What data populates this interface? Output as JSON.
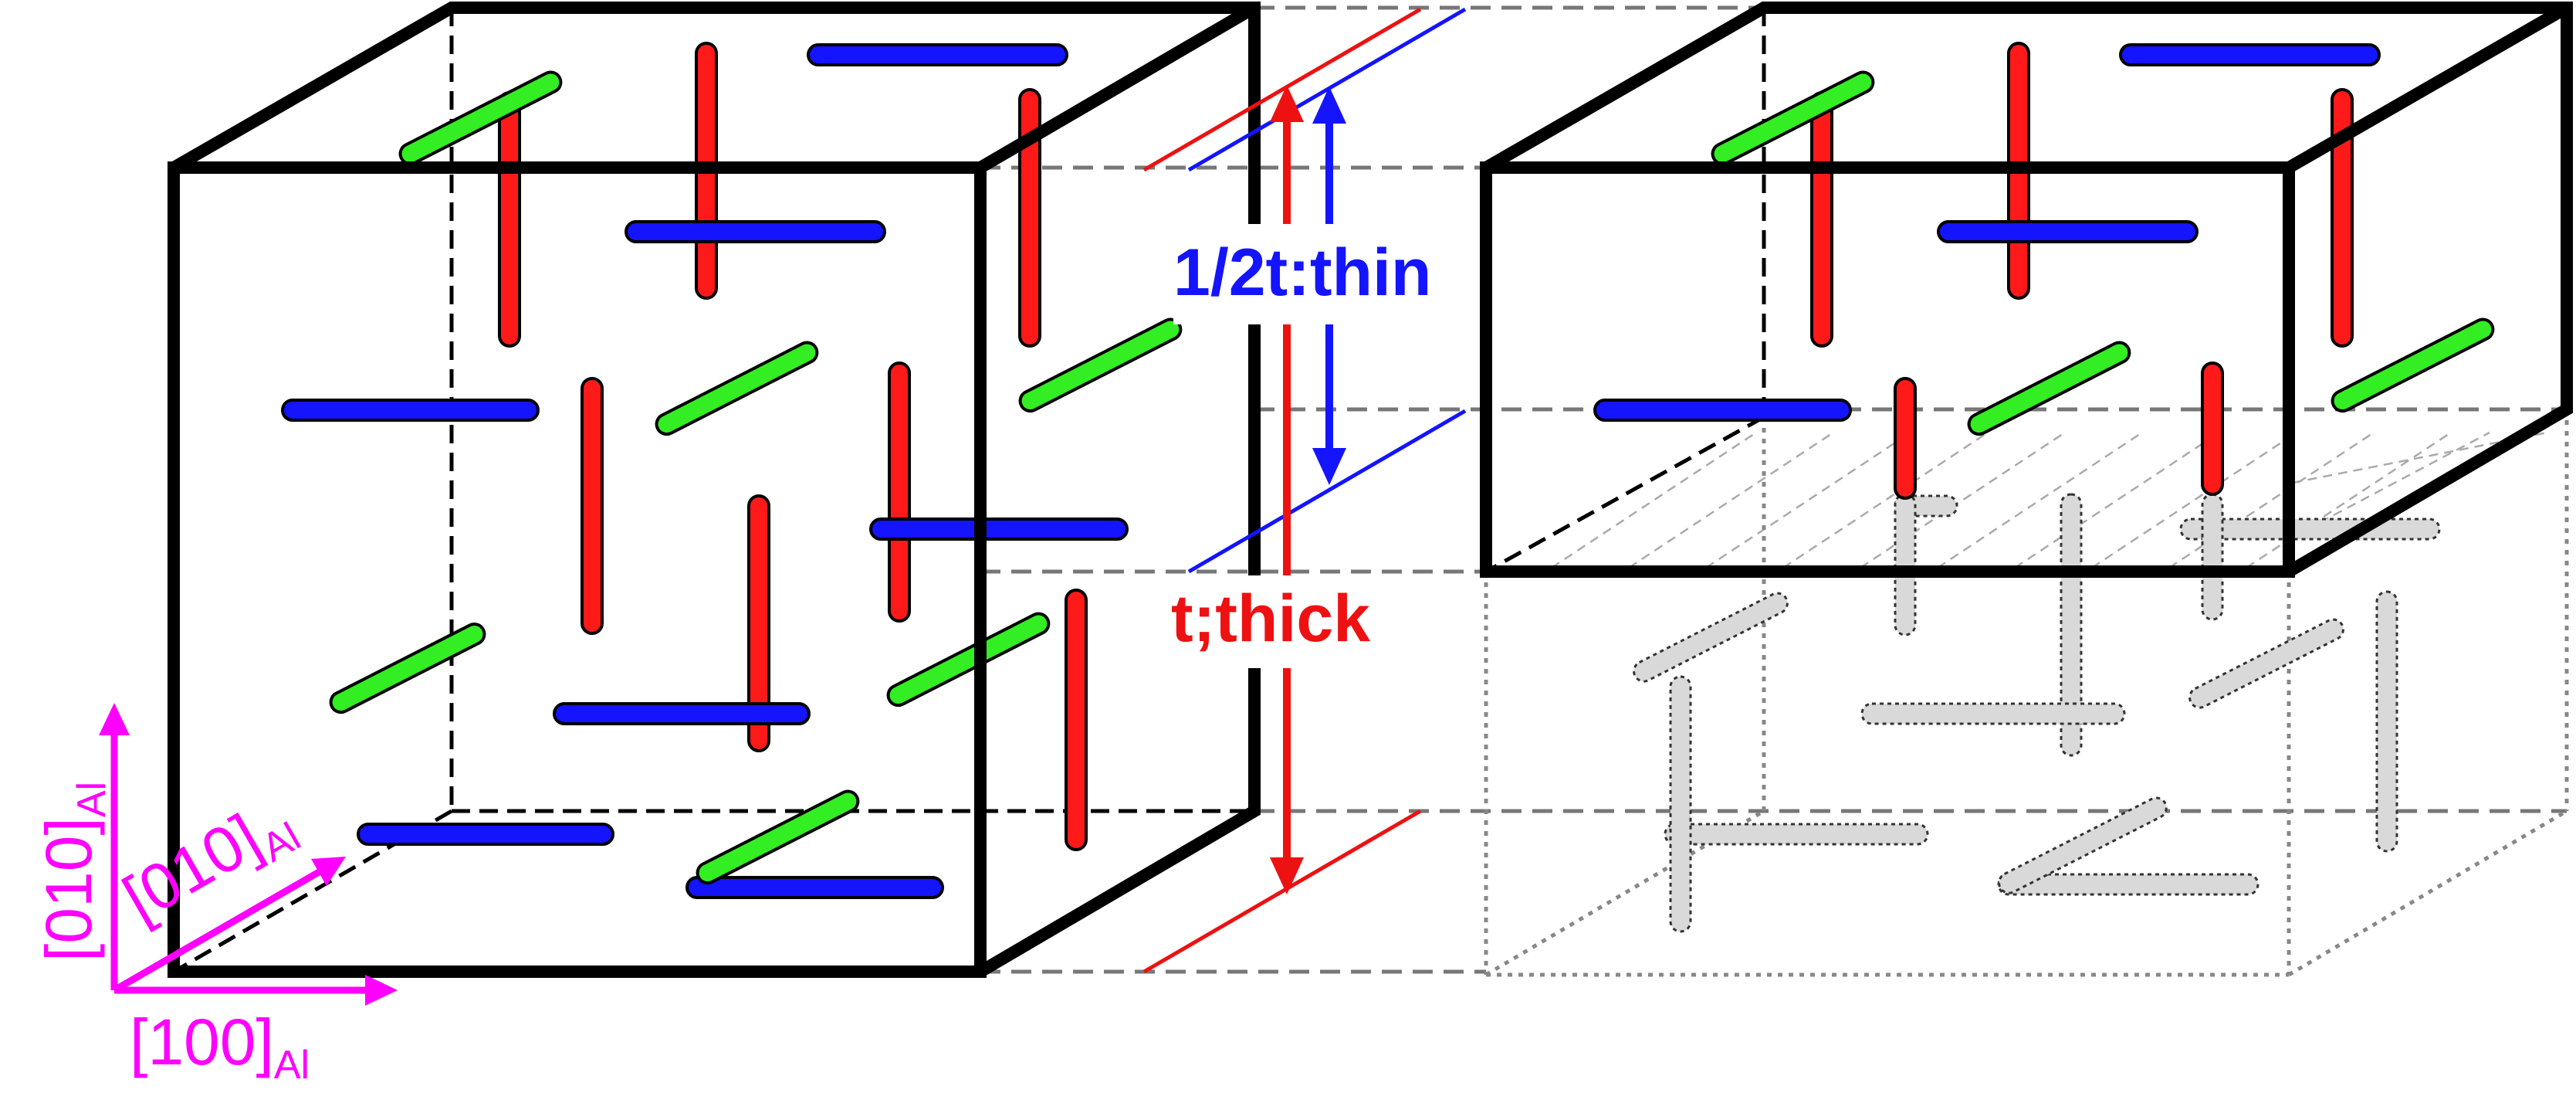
{
  "labels": {
    "thin": "1/2t:thin",
    "thick": "t;thick",
    "axis_vertical": {
      "main": "[010]",
      "sub": "Al"
    },
    "axis_diagonal": {
      "main": "[010]",
      "sub": "Al"
    },
    "axis_horizontal": {
      "main": "[100]",
      "sub": "Al"
    }
  },
  "colors": {
    "rod_x": "#1414ff",
    "rod_y": "#ff1a1a",
    "rod_z": "#33ee22",
    "ghost_rod": "#d9d9d9",
    "edge": "#000000",
    "guide": "#777777",
    "thin_marker": "#1414ff",
    "thick_marker": "#ee1111",
    "axis": "#ff00ff"
  },
  "figure": {
    "left_block": "full-thickness crystal with precipitate rods along three orientations",
    "right_block": "half-thickness crystal; removed lower half drawn as dotted ghost rods"
  }
}
